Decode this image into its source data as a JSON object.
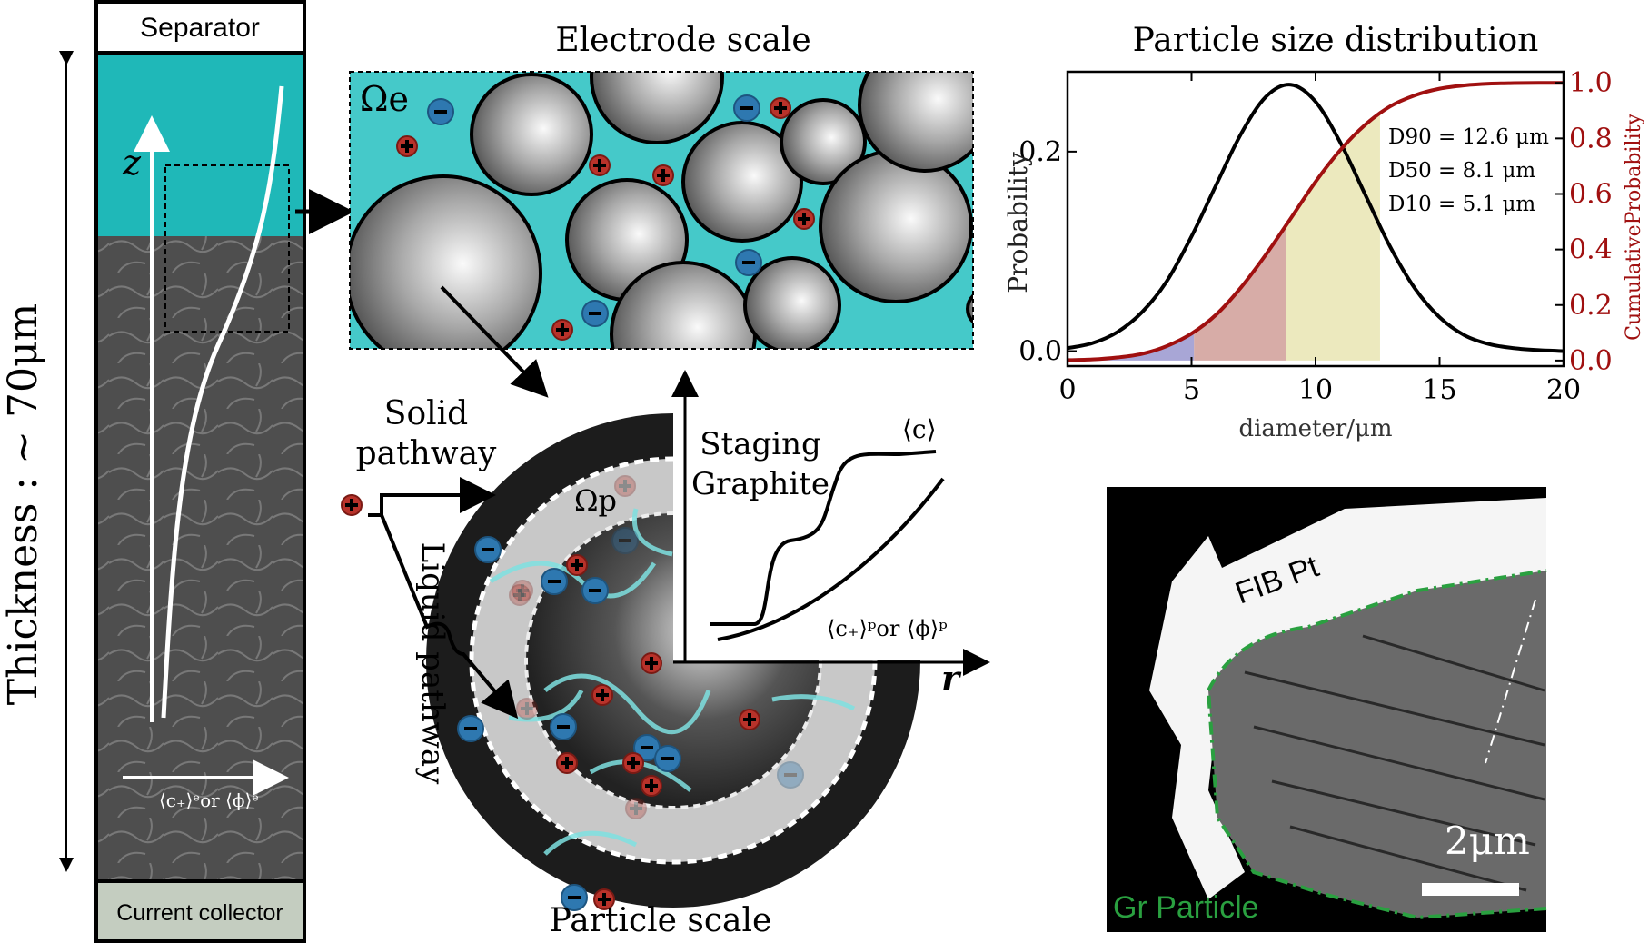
{
  "column": {
    "separator_label": "Separator",
    "collector_label": "Current collector",
    "thickness_label": "Thickness : ~ 70μm",
    "z_axis_label": "z",
    "x_axis_label": "⟨c₊⟩ᵉor ⟨ϕ⟩ᵉ",
    "colors": {
      "electrolyte": "#1fb8b8",
      "electrode": "#555555",
      "collector": "#c4cdc0"
    }
  },
  "electrode": {
    "title": "Electrode scale",
    "domain_label": "Ωe",
    "icons": [
      "cation-icon",
      "anion-icon",
      "particle-sphere-icon"
    ],
    "colors": {
      "electrolyte": "#45c9c9",
      "cation": "#b8322a",
      "anion": "#2e78b0"
    }
  },
  "particle": {
    "title": "Particle scale",
    "domain_label": "Ωp",
    "solid_pathway_label": "Solid pathway",
    "liquid_pathway_label": "Liquid pathway",
    "staging_label": "Staging Graphite",
    "c_label": "⟨c⟩",
    "p_axis_label": "⟨c₊⟩ᵖor ⟨ϕ⟩ᵖ",
    "r_axis_label": "r"
  },
  "chart_data": {
    "type": "line",
    "title": "Particle size distribution",
    "xlabel": "diameter/μm",
    "ylabel": "Probability",
    "ylabel_right": "CumulativeProbability",
    "xlim": [
      0,
      20
    ],
    "ylim": [
      -0.015,
      0.28
    ],
    "ylim_right": [
      -0.02,
      1.04
    ],
    "xticks": [
      0,
      5,
      10,
      15,
      20
    ],
    "yticks": [
      "0.0",
      "0.2"
    ],
    "yticks_right": [
      "0.0",
      "0.2",
      "0.4",
      "0.6",
      "0.8",
      "1.0"
    ],
    "grid": false,
    "x": [
      0,
      1,
      2,
      3,
      4,
      5,
      6,
      7,
      8,
      9,
      10,
      11,
      12,
      13,
      14,
      15,
      16,
      17,
      18,
      19,
      20
    ],
    "series": [
      {
        "axis": "left",
        "color": "#000000",
        "values": [
          0.003,
          0.008,
          0.019,
          0.039,
          0.07,
          0.115,
          0.167,
          0.218,
          0.255,
          0.267,
          0.25,
          0.209,
          0.157,
          0.105,
          0.063,
          0.034,
          0.016,
          0.007,
          0.003,
          0.001,
          0.0
        ]
      },
      {
        "axis": "right",
        "color": "#a01010",
        "values": [
          0.0015,
          0.004,
          0.011,
          0.024,
          0.052,
          0.097,
          0.166,
          0.264,
          0.382,
          0.512,
          0.644,
          0.758,
          0.849,
          0.915,
          0.955,
          0.979,
          0.991,
          0.997,
          0.999,
          1.0,
          1.0
        ]
      }
    ],
    "shaded_regions": [
      {
        "from": 0,
        "to": 5.1,
        "color": "#8b88c8"
      },
      {
        "from": 5.1,
        "to": 8.8,
        "color": "#c9908a"
      },
      {
        "from": 8.8,
        "to": 12.6,
        "color": "#e6e2a8"
      }
    ],
    "annotations": [
      "D90 = 12.6 μm",
      "D50 = 8.1 μm",
      "D10 = 5.1 μm"
    ]
  },
  "micrograph": {
    "pt_label": "FIB Pt",
    "particle_label": "Gr Particle",
    "scale_label": "2μm",
    "outline_color": "#2aa040"
  }
}
